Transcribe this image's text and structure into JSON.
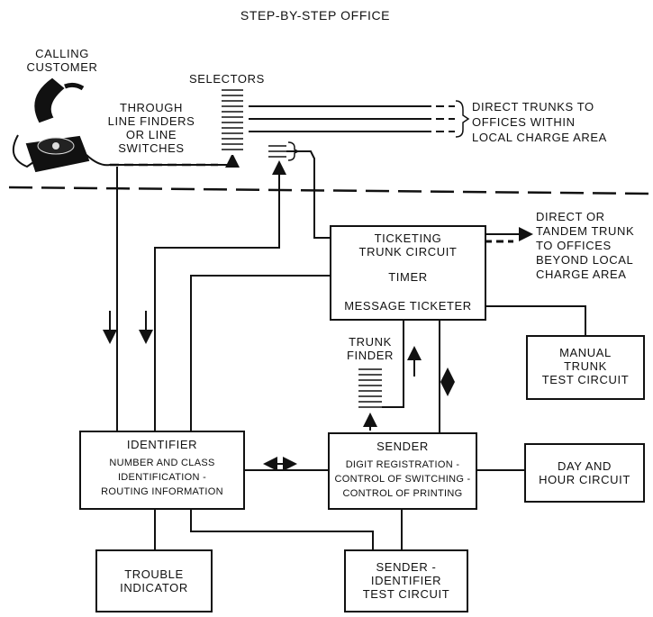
{
  "title": "STEP-BY-STEP OFFICE",
  "labels": {
    "calling_customer": [
      "CALLING",
      "CUSTOMER"
    ],
    "line_finders": [
      "THROUGH",
      "LINE FINDERS",
      "OR LINE",
      "SWITCHES"
    ],
    "selectors": "SELECTORS",
    "direct_trunks_local": [
      "DIRECT TRUNKS TO",
      "OFFICES WITHIN",
      "LOCAL CHARGE AREA"
    ],
    "direct_tandem": [
      "DIRECT OR",
      "TANDEM TRUNK",
      "TO OFFICES",
      "BEYOND LOCAL",
      "CHARGE AREA"
    ],
    "trunk_finder": [
      "TRUNK",
      "FINDER"
    ]
  },
  "boxes": {
    "ticketing": {
      "trunk_circuit": [
        "TICKETING",
        "TRUNK CIRCUIT"
      ],
      "timer": "TIMER",
      "message_ticketer": "MESSAGE TICKETER"
    },
    "manual_trunk_test": [
      "MANUAL",
      "TRUNK",
      "TEST CIRCUIT"
    ],
    "identifier": {
      "title": "IDENTIFIER",
      "lines": [
        "NUMBER AND CLASS",
        "IDENTIFICATION -",
        "ROUTING INFORMATION"
      ]
    },
    "sender": {
      "title": "SENDER",
      "lines": [
        "DIGIT REGISTRATION -",
        "CONTROL OF SWITCHING -",
        "CONTROL OF PRINTING"
      ]
    },
    "day_hour": [
      "DAY AND",
      "HOUR CIRCUIT"
    ],
    "trouble_indicator": [
      "TROUBLE",
      "INDICATOR"
    ],
    "sender_identifier_test": [
      "SENDER -",
      "IDENTIFIER",
      "TEST CIRCUIT"
    ]
  }
}
